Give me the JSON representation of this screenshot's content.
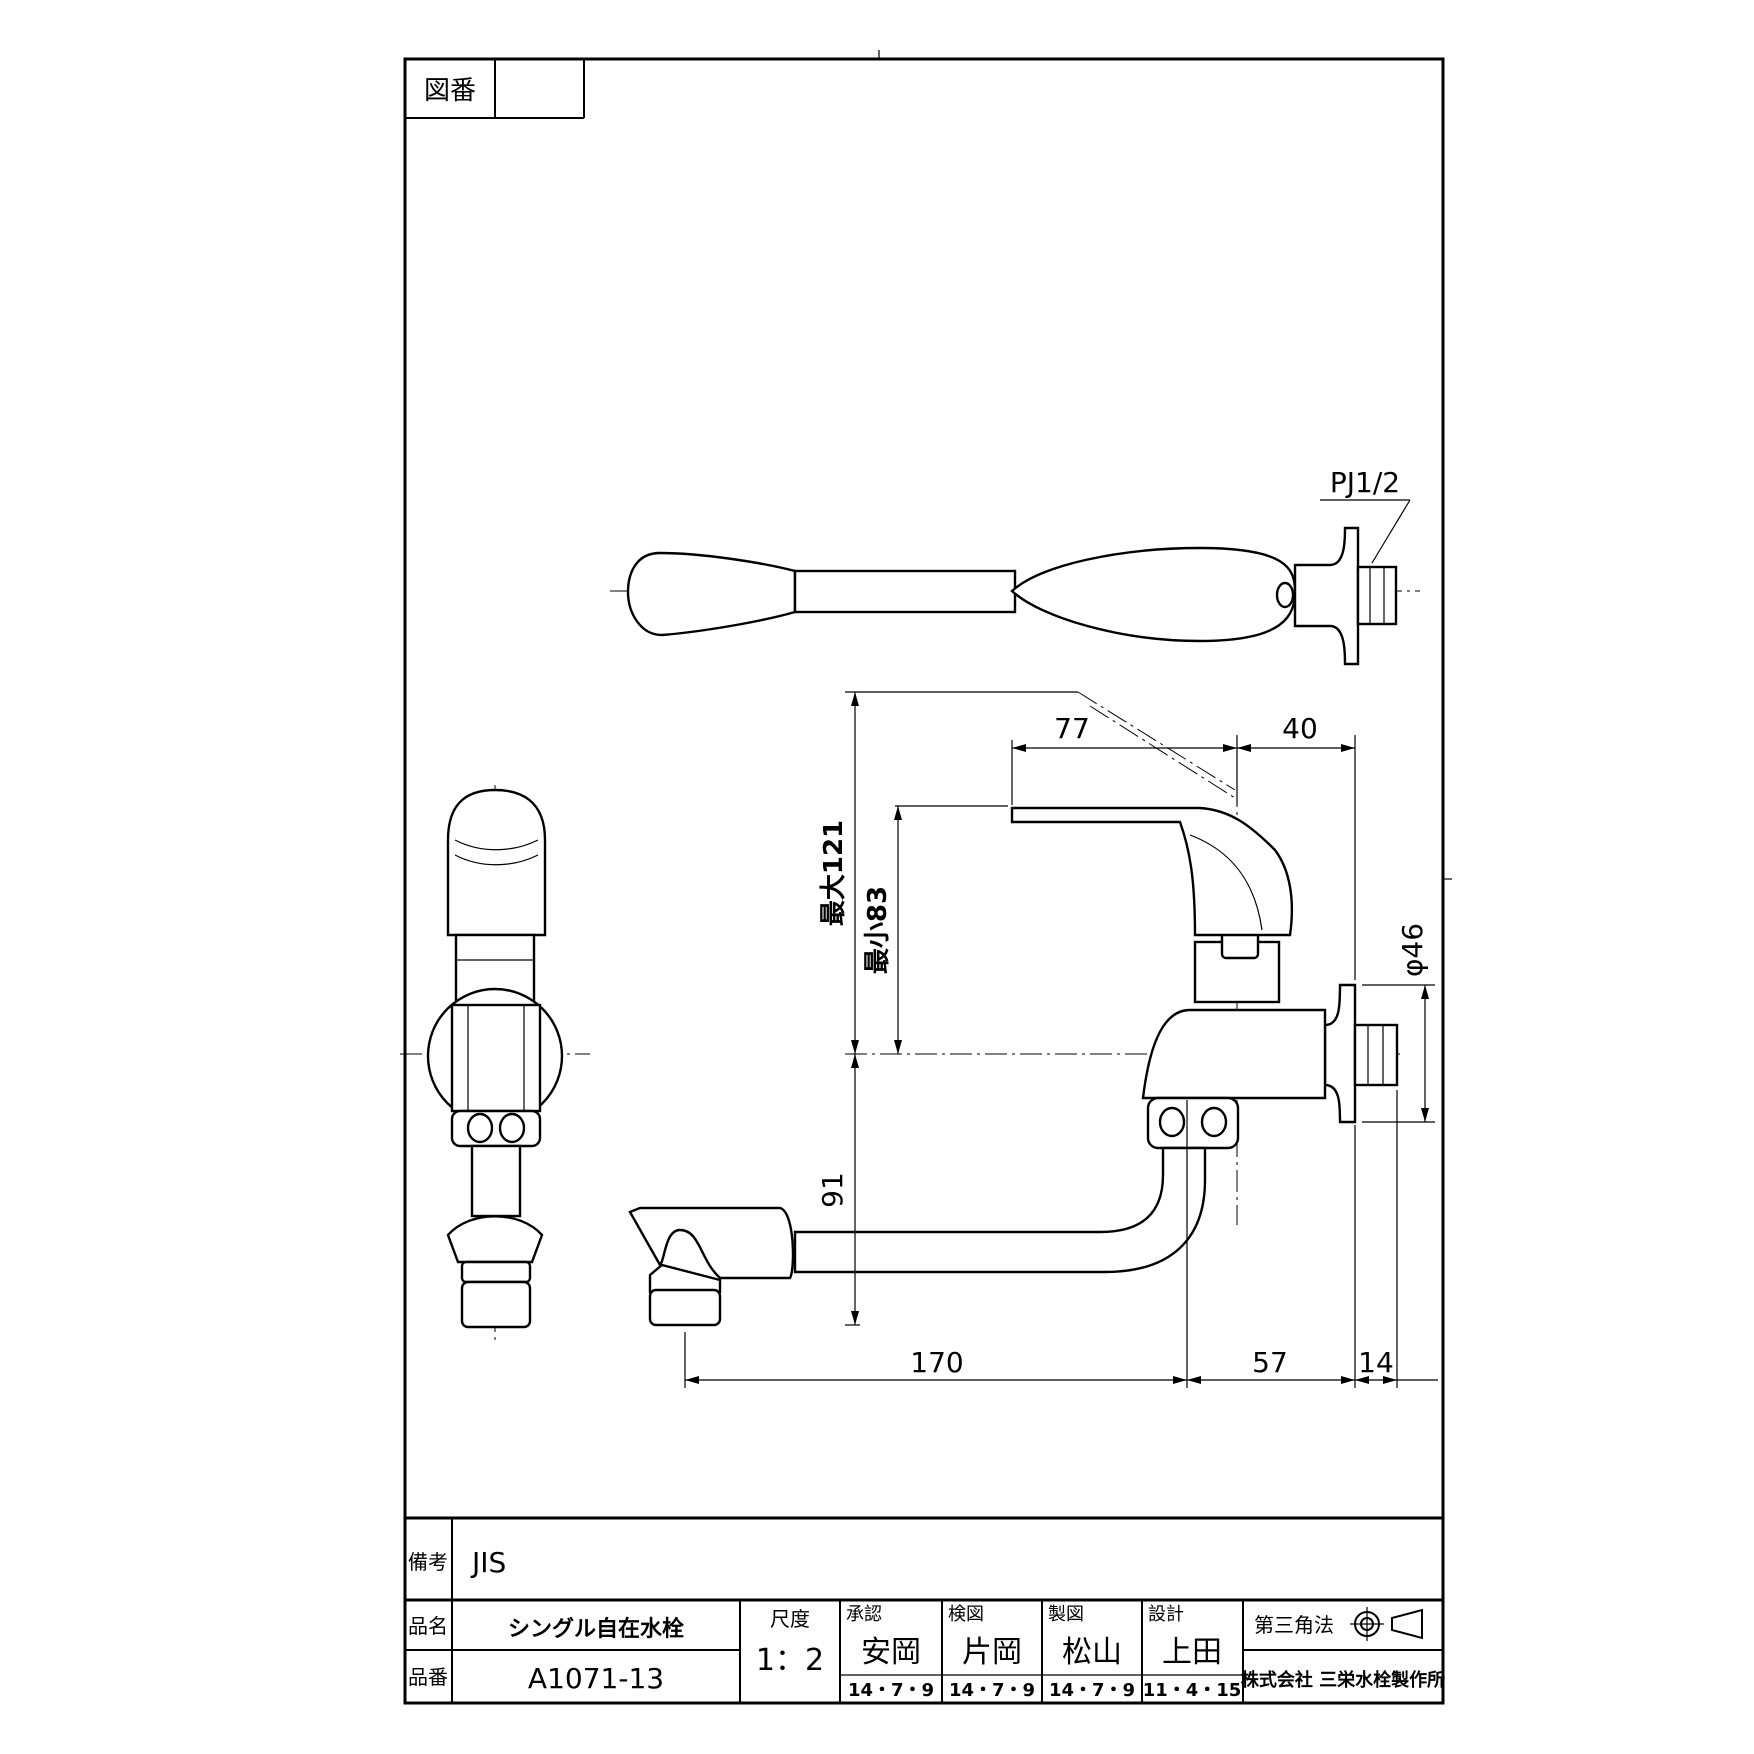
{
  "title_block": {
    "drawing_no_label": "図番",
    "drawing_no_value": "",
    "remarks_label": "備考",
    "remarks_value": "JIS",
    "name_label": "品名",
    "name_value": "シングル自在水栓",
    "part_no_label": "品番",
    "part_no_value": "A1071-13",
    "scale_label": "尺度",
    "scale_value": "1：2",
    "approve_label": "承認",
    "approve_name": "安岡",
    "approve_date": "14・7・9",
    "check_label": "検図",
    "check_name": "片岡",
    "check_date": "14・7・9",
    "draw_label": "製図",
    "draw_name": "松山",
    "draw_date": "14・7・9",
    "design_label": "設計",
    "design_name": "上田",
    "design_date": "11・4・15",
    "projection_label": "第三角法",
    "company": "株式会社 三栄水栓製作所"
  },
  "dimensions": {
    "thread": "PJ1/2",
    "d77": "77",
    "d40": "40",
    "max121": "最大121",
    "min83": "最小83",
    "dia46": "φ46",
    "d91": "91",
    "d170": "170",
    "d57": "57",
    "d14": "14"
  }
}
